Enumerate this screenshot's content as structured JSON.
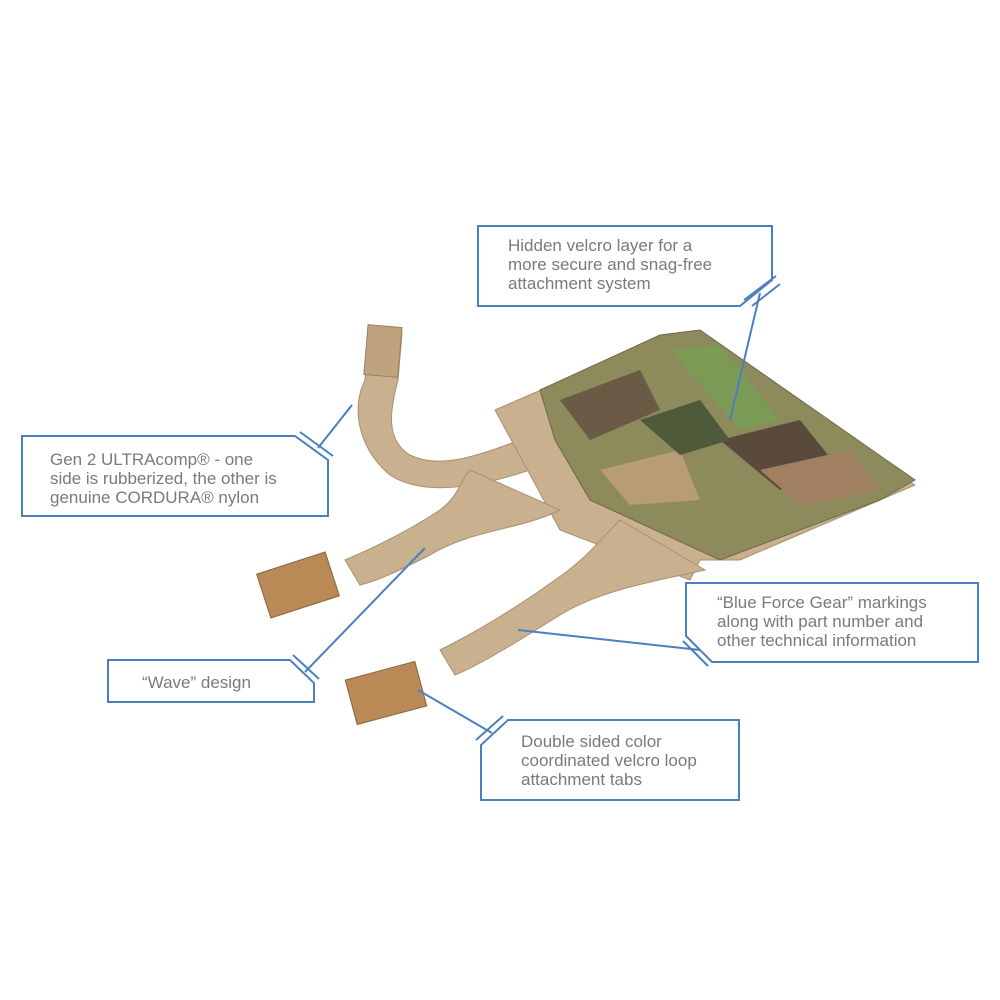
{
  "colors": {
    "callout_border": "#4a80c0",
    "callout_text": "#7a7a7a",
    "coyote": "#c9b08f",
    "velcro": "#b98a55"
  },
  "callouts": {
    "hidden_velcro": [
      "Hidden velcro layer for a",
      "more secure and snag-free",
      "attachment system"
    ],
    "ultracomp": [
      "Gen 2 ULTRAcomp® - one",
      "side is rubberized, the other is",
      "genuine CORDURA® nylon"
    ],
    "markings": [
      "“Blue Force Gear” markings",
      "along with part number and",
      "other technical information"
    ],
    "wave": [
      "“Wave” design"
    ],
    "tabs": [
      "Double sided color",
      "coordinated velcro loop",
      "attachment tabs"
    ]
  }
}
